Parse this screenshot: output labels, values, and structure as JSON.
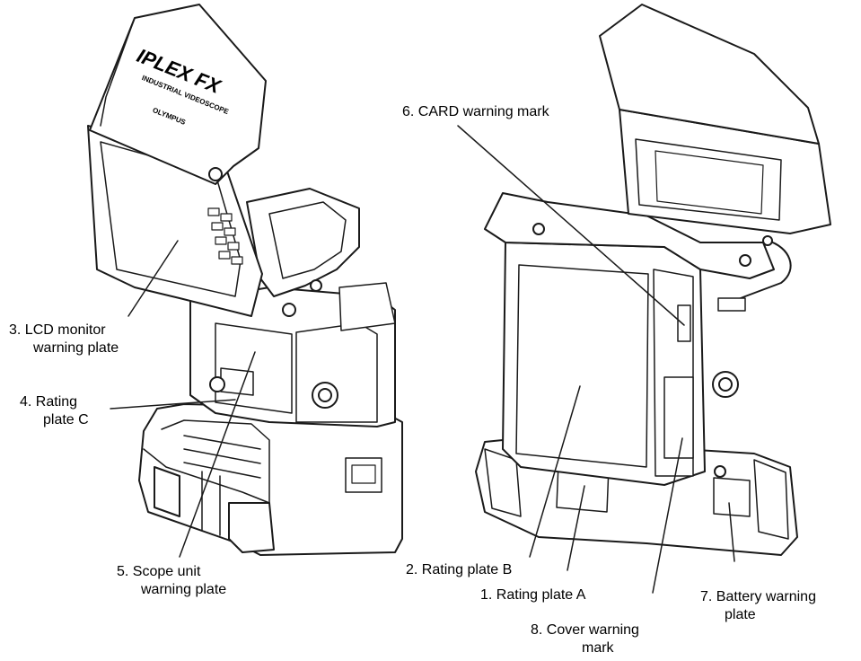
{
  "device_left": {
    "brand_mark": "IPLEX FX",
    "subtitle": "INDUSTRIAL VIDEOSCOPE",
    "maker": "OLYMPUS"
  },
  "device_right": {},
  "labels": {
    "l3": {
      "num": "3.",
      "line1": "LCD monitor",
      "line2": "warning plate"
    },
    "l4": {
      "num": "4.",
      "line1": "Rating",
      "line2": "plate C"
    },
    "l5": {
      "num": "5.",
      "line1": "Scope unit",
      "line2": "warning plate"
    },
    "l6": {
      "num": "6.",
      "line1": "CARD warning mark"
    },
    "l2": {
      "num": "2.",
      "line1": "Rating plate B"
    },
    "l1": {
      "num": "1.",
      "line1": "Rating plate A"
    },
    "l8": {
      "num": "8.",
      "line1": "Cover warning",
      "line2": "mark"
    },
    "l7": {
      "num": "7.",
      "line1": "Battery warning",
      "line2": "plate"
    }
  },
  "colors": {
    "ink": "#1a1a1a",
    "fill": "#ffffff",
    "shade": "#e8e8e8"
  }
}
